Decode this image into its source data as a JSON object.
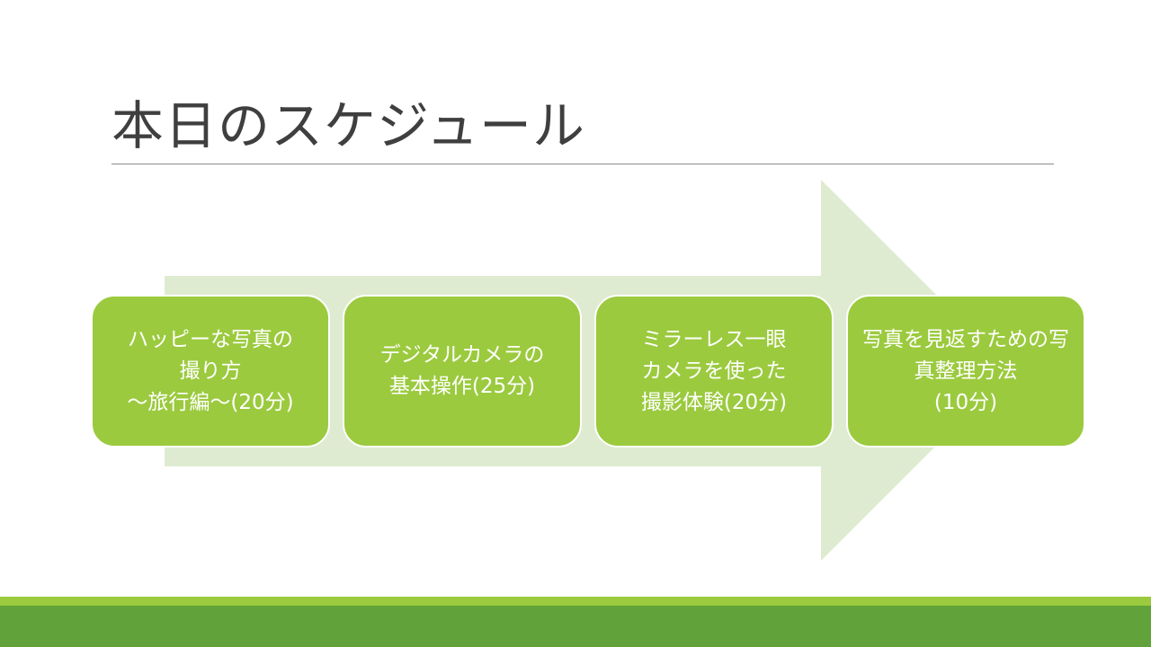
{
  "slide": {
    "title": "本日のスケジュール",
    "steps": [
      {
        "label": "ハッピーな写真の\n撮り方\n～旅行編～(20分)"
      },
      {
        "label": "デジタルカメラの\n基本操作(25分)"
      },
      {
        "label": "ミラーレス一眼\nカメラを使った\n撮影体験(20分)"
      },
      {
        "label": "写真を見返すための写真整理方法\n(10分)"
      }
    ]
  },
  "colors": {
    "accent": "#9bca3e",
    "accent_dark": "#62a23a",
    "arrow": "#deebd0",
    "title_text": "#3f3f3f"
  }
}
